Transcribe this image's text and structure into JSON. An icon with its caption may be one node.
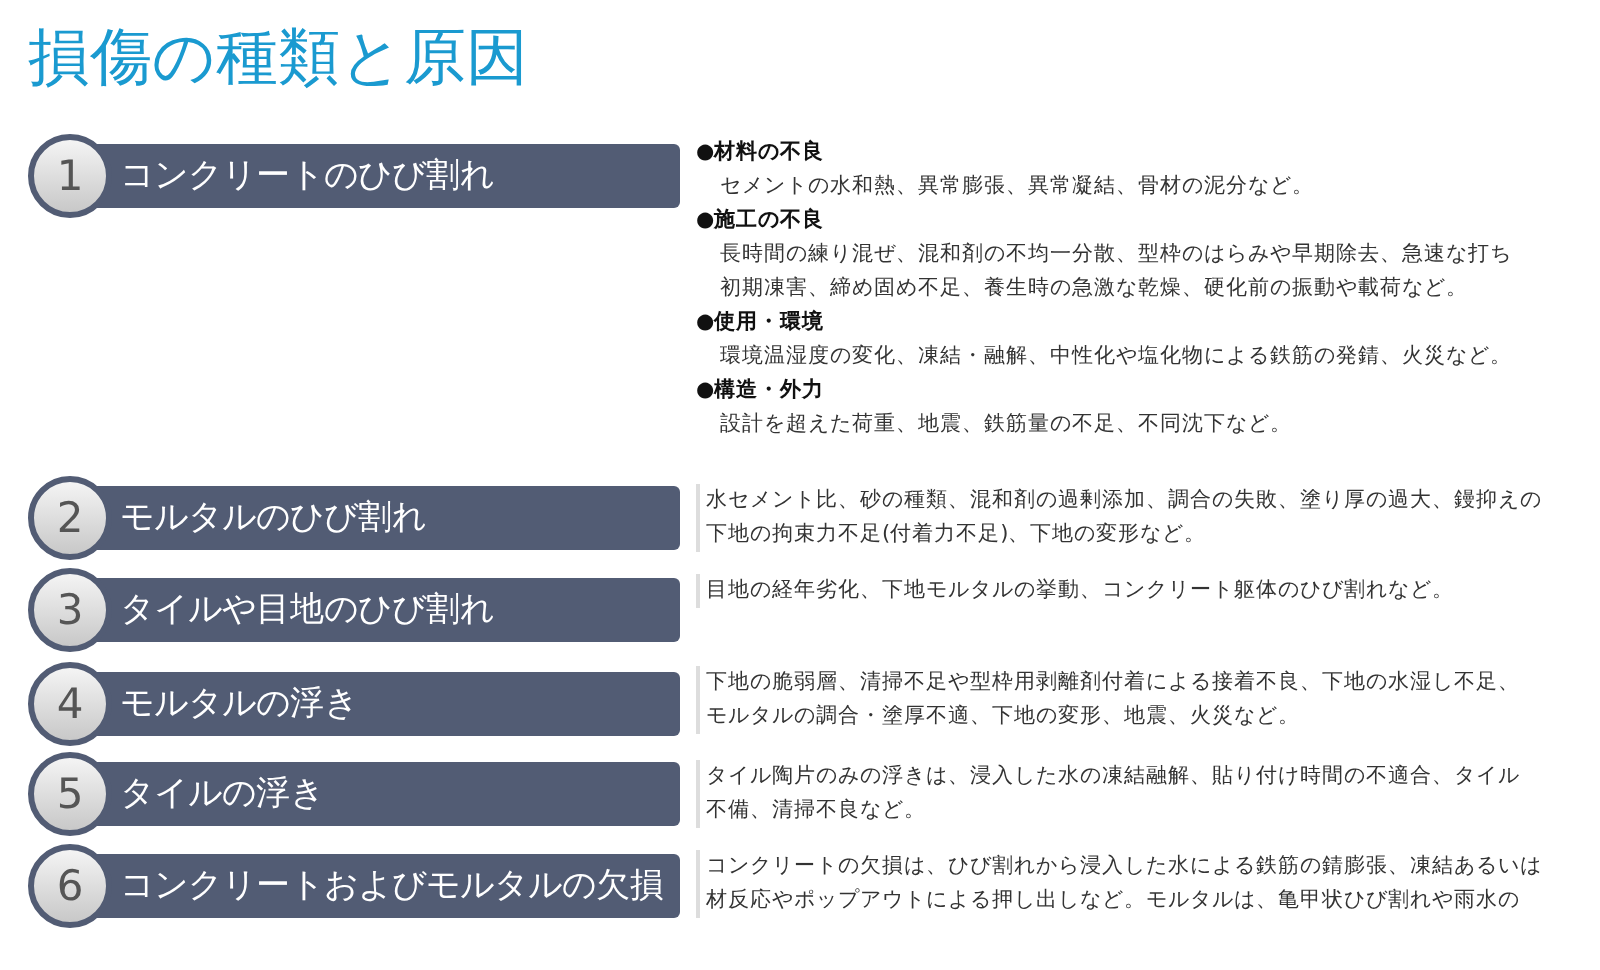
{
  "diagram": {
    "title": "損傷の種類と原因",
    "nodes": [
      {
        "text": [
          "1",
          "コンクリートのひび割れ"
        ],
        "beside": [
          "●材料の不良",
          "セメントの水和熱、異常膨張、異常凝結、骨材の泥分など。",
          "●施工の不良",
          "長時間の練り混ぜ、混和剤の不均一分散、型枠のはらみや早期除去、急速な打ち",
          "初期凍害、締め固め不足、養生時の急激な乾燥、硬化前の振動や載荷など。",
          "●使用・環境",
          "環境温湿度の変化、凍結・融解、中性化や塩化物による鉄筋の発錆、火災など。",
          "●構造・外力",
          "設計を超えた荷重、地震、鉄筋量の不足、不同沈下など。"
        ]
      },
      {
        "text": [
          "2",
          "モルタルのひび割れ"
        ],
        "beside": [
          "水セメント比、砂の種類、混和剤の過剰添加、調合の失敗、塗り厚の過大、鏝抑えの",
          "下地の拘束力不足(付着力不足)、下地の変形など。"
        ]
      },
      {
        "text": [
          "3",
          "タイルや目地のひび割れ"
        ],
        "beside": [
          "目地の経年劣化、下地モルタルの挙動、コンクリート躯体のひび割れなど。"
        ]
      },
      {
        "text": [
          "4",
          "モルタルの浮き"
        ],
        "beside": [
          "下地の脆弱層、清掃不足や型枠用剥離剤付着による接着不良、下地の水湿し不足、",
          "モルタルの調合・塗厚不適、下地の変形、地震、火災など。"
        ]
      },
      {
        "text": [
          "5",
          "タイルの浮き"
        ],
        "beside": [
          "タイル陶片のみの浮きは、浸入した水の凍結融解、貼り付け時間の不適合、タイル",
          "不備、清掃不良など。"
        ]
      },
      {
        "text": [
          "6",
          "コンクリートおよびモルタルの欠損"
        ],
        "beside": [
          "コンクリートの欠損は、ひび割れから浸入した水による鉄筋の錆膨張、凍結あるいは",
          "材反応やポップアウトによる押し出しなど。モルタルは、亀甲状ひび割れや雨水の"
        ]
      }
    ]
  }
}
